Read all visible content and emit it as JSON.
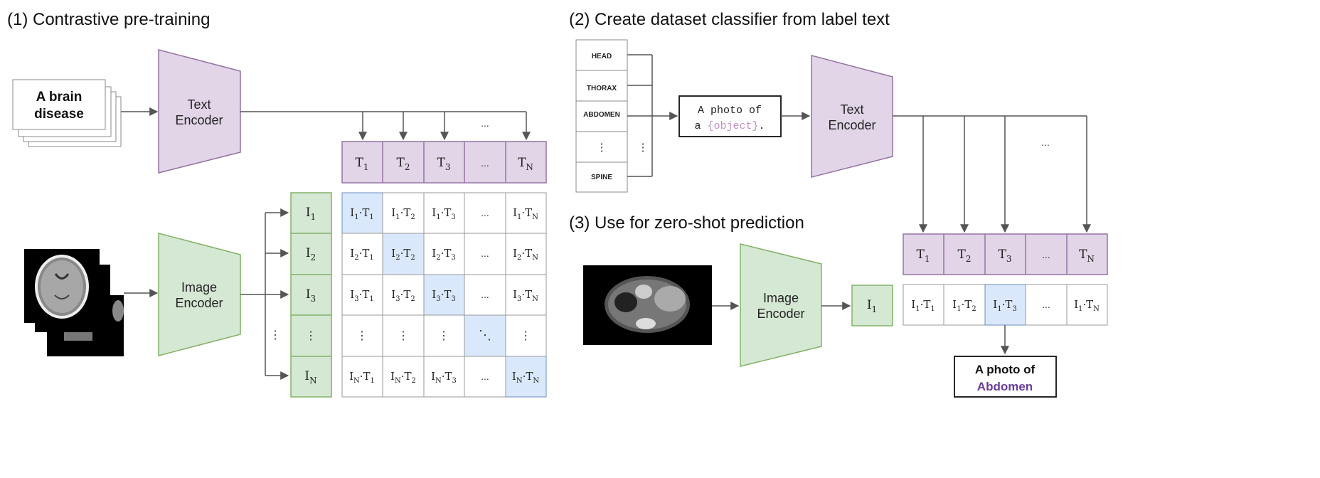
{
  "sections": {
    "pretraining": "(1) Contrastive pre-training",
    "classifier": "(2) Create dataset classifier from label text",
    "zeroshot": "(3) Use for zero-shot prediction"
  },
  "input_text": {
    "line1": "A brain",
    "line2": "disease"
  },
  "encoders": {
    "text_line1": "Text",
    "text_line2": "Encoder",
    "image_line1": "Image",
    "image_line2": "Encoder"
  },
  "labels": [
    "HEAD",
    "THORAX",
    "ABDOMEN",
    "SPINE"
  ],
  "label_dots": "⋮",
  "prompt": {
    "line1": "A photo of",
    "line2_prefix": "a ",
    "line2_object": "{object}",
    "line2_suffix": "."
  },
  "ellipsis": "...",
  "vdots": "⋮",
  "ddots": "⋱",
  "result": {
    "line1": "A photo of",
    "line2": "Abdomen"
  },
  "colors": {
    "text_encoder_fill": "#e1d5e7",
    "text_encoder_stroke": "#9673a6",
    "image_encoder_fill": "#d5e8d4",
    "image_encoder_stroke": "#82b366",
    "highlight_fill": "#dae8fc",
    "highlight_stroke": "#6c8ebf",
    "result_accent": "#6a3d9a",
    "object_token": "#c090c0"
  }
}
